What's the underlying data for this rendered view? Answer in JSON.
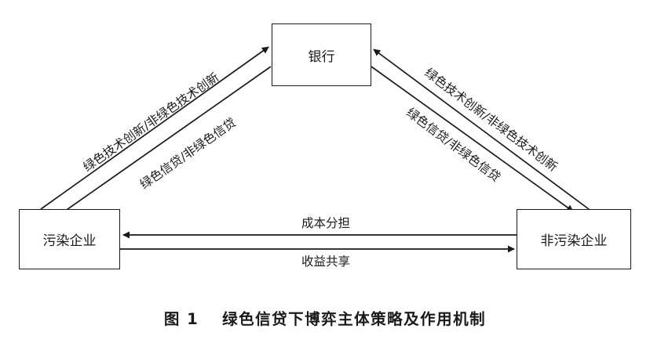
{
  "nodes": {
    "bank": "银行",
    "polluting": "污染企业",
    "nonpolluting": "非污染企业"
  },
  "edges": {
    "polluting_to_bank": "绿色技术创新/非绿色技术创新",
    "bank_to_polluting": "绿色信贷/非绿色信贷",
    "nonpolluting_to_bank": "绿色技术创新/非绿色技术创新",
    "bank_to_nonpolluting": "绿色信贷/非绿色信贷",
    "nonpolluting_to_polluting": "成本分担",
    "polluting_to_nonpolluting": "收益共享"
  },
  "caption": {
    "number": "图 1",
    "title": "绿色信贷下博弈主体策略及作用机制"
  }
}
